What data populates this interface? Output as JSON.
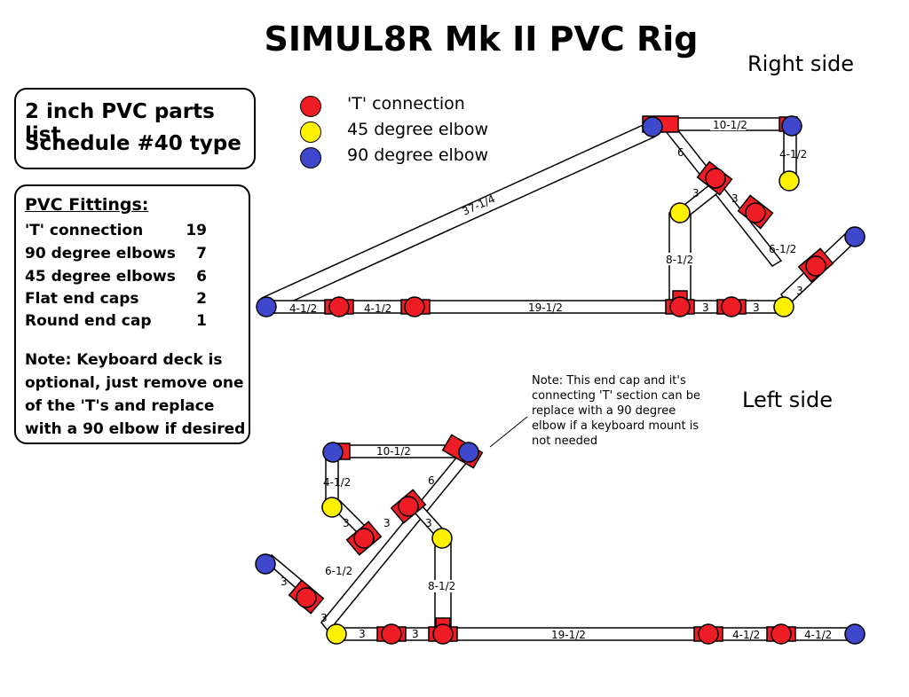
{
  "title": "SIMUL8R Mk II PVC Rig",
  "right_side_label": "Right side",
  "left_side_label": "Left side",
  "parts_list": {
    "line1": "2 inch PVC parts list",
    "line2": "Schedule #40 type"
  },
  "fittings": {
    "heading": "PVC Fittings:",
    "rows": [
      {
        "label": "'T' connection",
        "count": "19"
      },
      {
        "label": "90 degree elbows",
        "count": "7"
      },
      {
        "label": "45 degree elbows",
        "count": "6"
      },
      {
        "label": "Flat end caps",
        "count": "2"
      },
      {
        "label": "Round end cap",
        "count": "1"
      }
    ],
    "note": "Note: Keyboard deck is optional, just remove one of the 'T's and replace with a 90 elbow if desired"
  },
  "legend": [
    {
      "label": "'T' connection",
      "color": "#ee1c24"
    },
    {
      "label": "45 degree elbow",
      "color": "#fff200"
    },
    {
      "label": "90 degree elbow",
      "color": "#3f48cc"
    }
  ],
  "side_note": "Note: This end cap and it's connecting 'T' section can be replace with a 90 degree elbow if a keyboard mount is not needed",
  "right_dims": {
    "top": "10-1/2",
    "diag_long": "37-1/4",
    "diag6": "6",
    "v41": "4-1/2",
    "s3a": "3",
    "s3b": "3",
    "v81": "8-1/2",
    "d61": "6-1/2",
    "s3c": "3",
    "b41a": "4-1/2",
    "b41b": "4-1/2",
    "b191": "19-1/2",
    "b3a": "3",
    "b3b": "3"
  },
  "left_dims": {
    "top": "10-1/2",
    "v41": "4-1/2",
    "diag6": "6",
    "s3a": "3",
    "s3b": "3",
    "s3c": "3",
    "d61": "6-1/2",
    "v81": "8-1/2",
    "s3d": "3",
    "s3e": "3",
    "b3a": "3",
    "b3b": "3",
    "b191": "19-1/2",
    "b41a": "4-1/2",
    "b41b": "4-1/2"
  }
}
